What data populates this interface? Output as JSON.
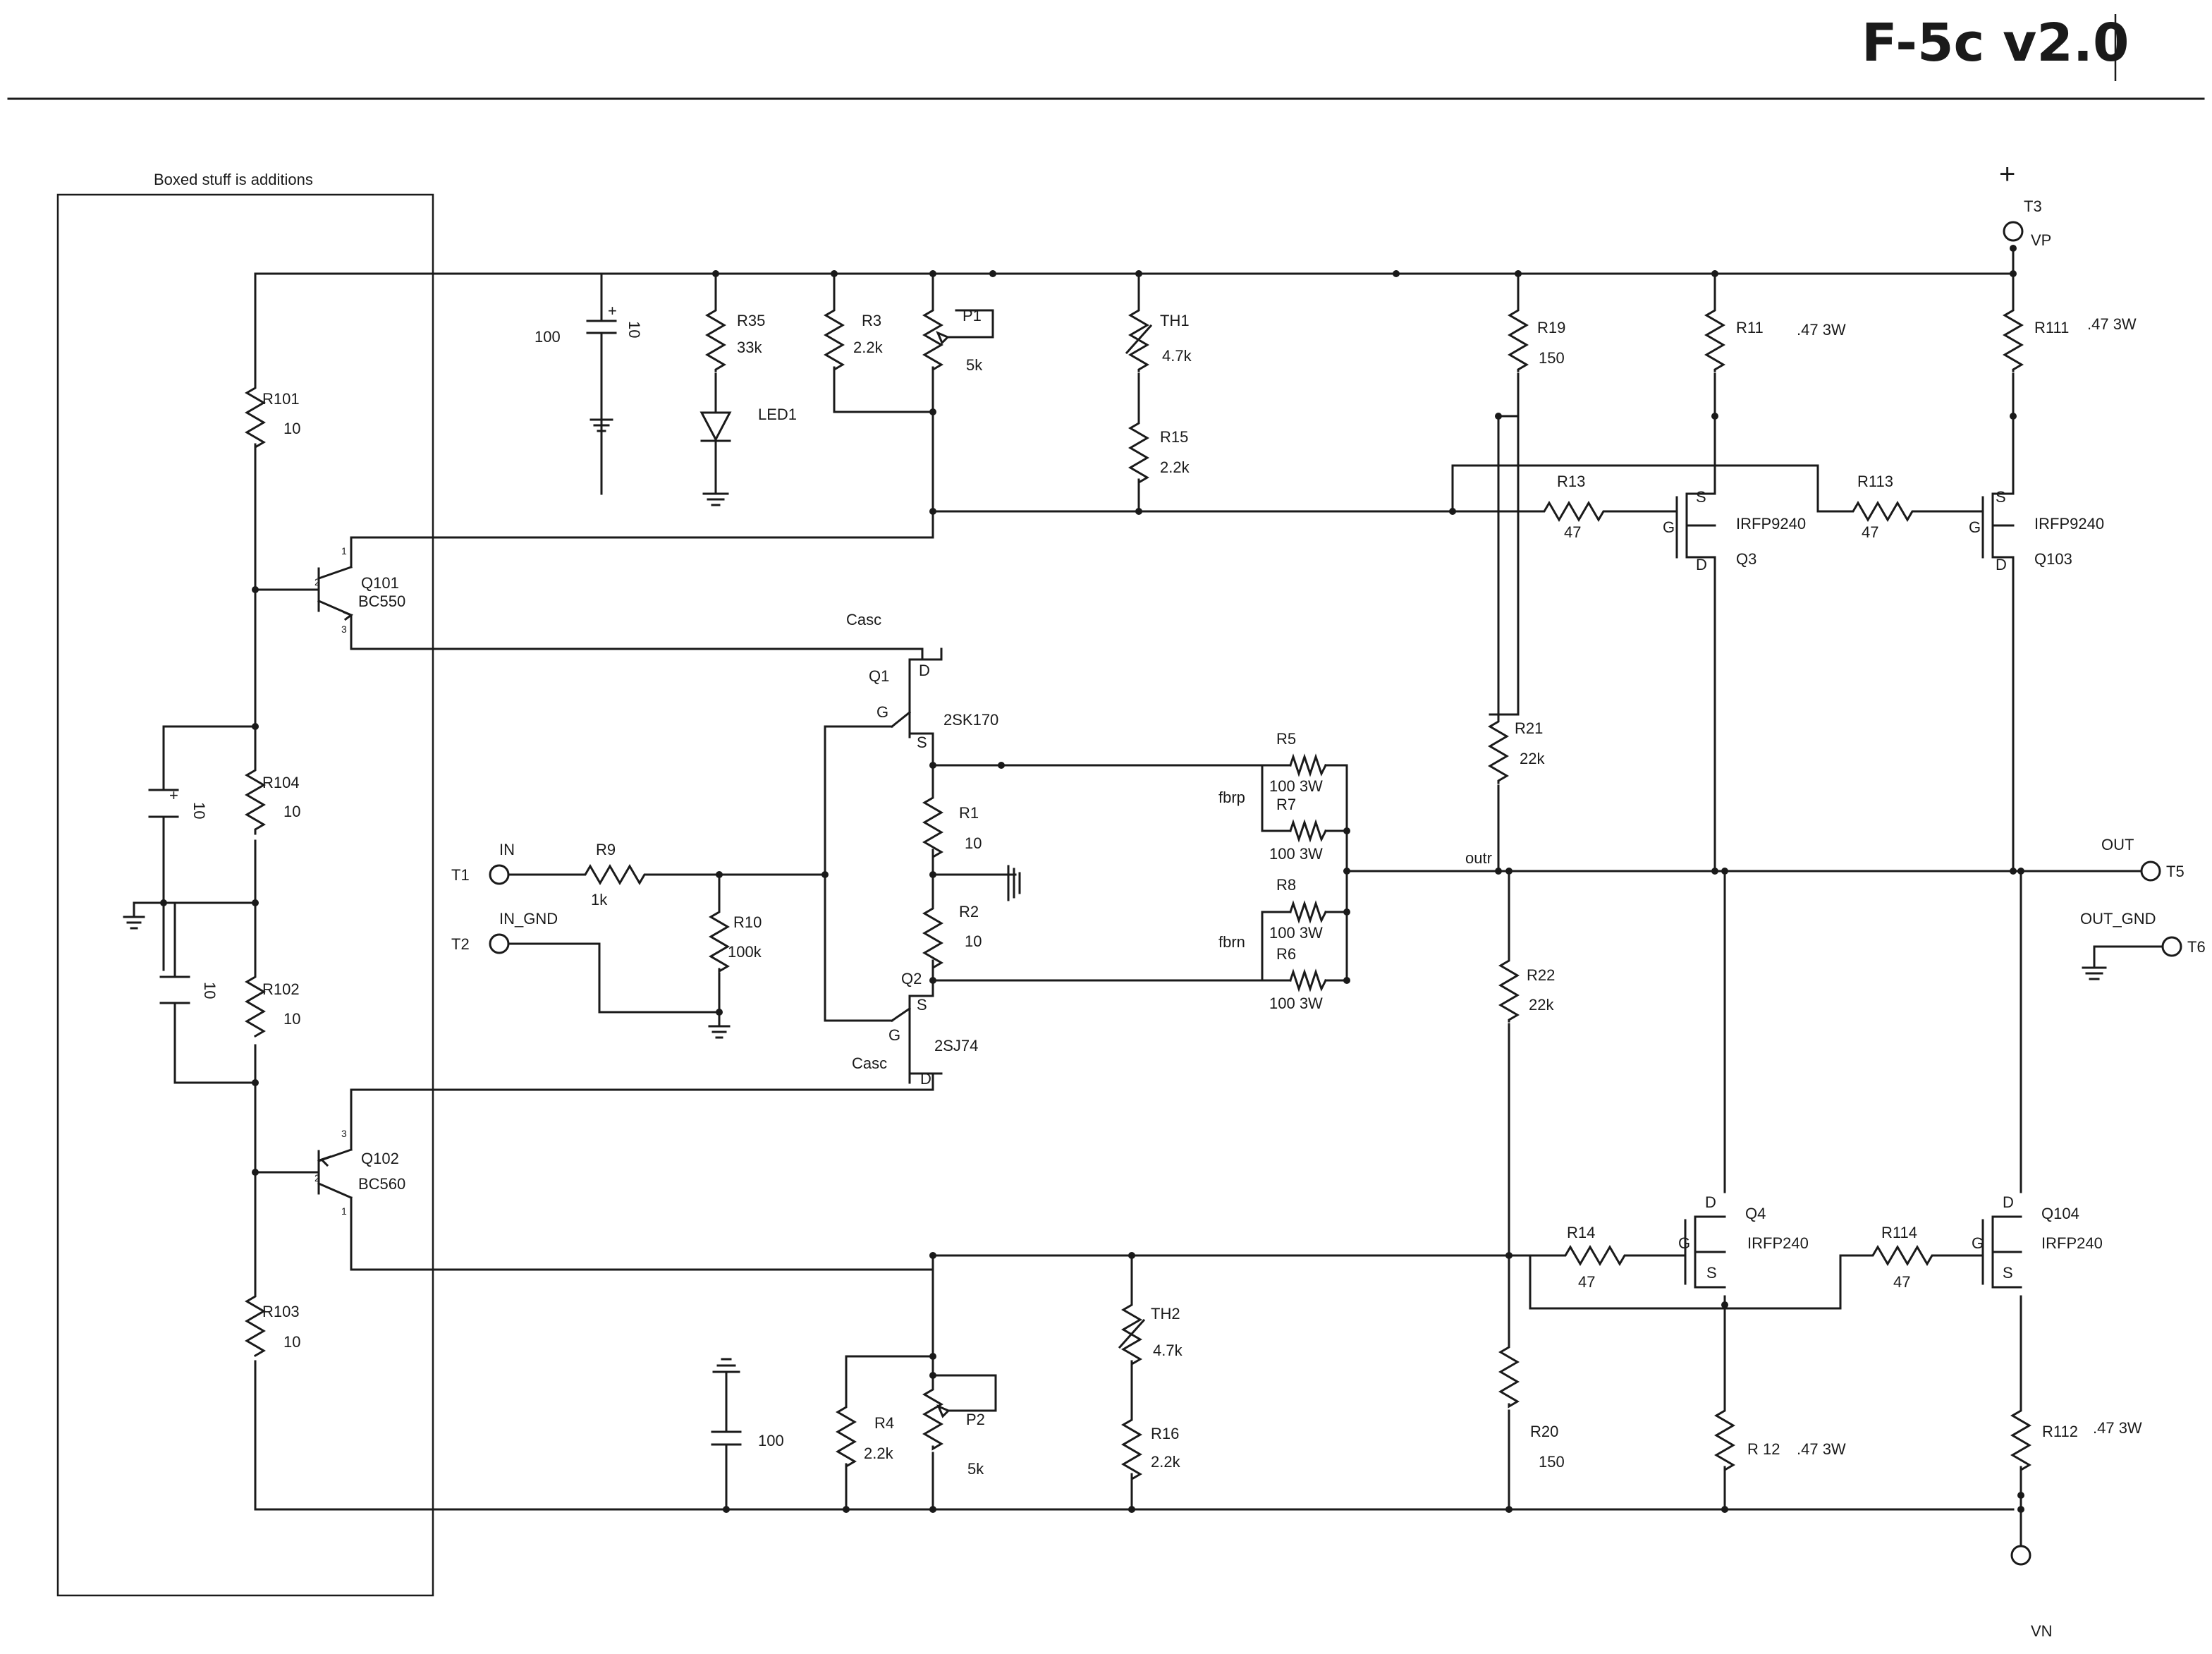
{
  "title": "F-5c v2.0",
  "note": "Boxed stuff is additions",
  "terminals": {
    "t3": "T3",
    "vp": "VP",
    "vn": "VN",
    "t1": "T1",
    "in": "IN",
    "t2": "T2",
    "in_gnd": "IN_GND",
    "t5": "T5",
    "out": "OUT",
    "t6": "T6",
    "out_gnd": "OUT_GND",
    "outr": "outr",
    "plus": "+"
  },
  "nets": {
    "casc_top": "Casc",
    "casc_bottom": "Casc",
    "fbrp": "fbrp",
    "fbrn": "fbrn"
  },
  "resistors": {
    "r101": {
      "name": "R101",
      "value": "10"
    },
    "r104": {
      "name": "R104",
      "value": "10"
    },
    "r102": {
      "name": "R102",
      "value": "10"
    },
    "r103": {
      "name": "R103",
      "value": "10"
    },
    "r35": {
      "name": "R35",
      "value": "33k"
    },
    "r3": {
      "name": "R3",
      "value": "2.2k"
    },
    "p1": {
      "name": "P1",
      "value": "5k"
    },
    "th1": {
      "name": "TH1",
      "value": "4.7k"
    },
    "r15": {
      "name": "R15",
      "value": "2.2k"
    },
    "r19": {
      "name": "R19",
      "value": "150"
    },
    "r11": {
      "name": "R11",
      "value": ".47 3W"
    },
    "r111": {
      "name": "R111",
      "value": ".47 3W"
    },
    "r13": {
      "name": "R13",
      "value": "47"
    },
    "r113": {
      "name": "R113",
      "value": "47"
    },
    "r21": {
      "name": "R21",
      "value": "22k"
    },
    "r22": {
      "name": "R22",
      "value": "22k"
    },
    "r5": {
      "name": "R5",
      "value": "100 3W"
    },
    "r7": {
      "name": "R7",
      "value": "100 3W"
    },
    "r8": {
      "name": "R8",
      "value": "100 3W"
    },
    "r6": {
      "name": "R6",
      "value": "100 3W"
    },
    "r1": {
      "name": "R1",
      "value": "10"
    },
    "r2": {
      "name": "R2",
      "value": "10"
    },
    "r9": {
      "name": "R9",
      "value": "1k"
    },
    "r10": {
      "name": "R10",
      "value": "100k"
    },
    "r4": {
      "name": "R4",
      "value": "2.2k"
    },
    "p2": {
      "name": "P2",
      "value": "5k"
    },
    "th2": {
      "name": "TH2",
      "value": "4.7k"
    },
    "r16": {
      "name": "R16",
      "value": "2.2k"
    },
    "r20": {
      "name": "R20",
      "value": "150"
    },
    "r12": {
      "name": "R  12",
      "value": ".47 3W"
    },
    "r112": {
      "name": "R112",
      "value": ".47 3W"
    },
    "r14": {
      "name": "R14",
      "value": "47"
    },
    "r114": {
      "name": "R114",
      "value": "47"
    }
  },
  "capacitors": {
    "c_top": {
      "value": "100",
      "value2": "10"
    },
    "c_bottom": {
      "value": "100"
    },
    "c_left1": {
      "value": "10"
    },
    "c_left2": {
      "value": "10"
    }
  },
  "diodes": {
    "led1": "LED1"
  },
  "transistors": {
    "q101": {
      "name": "Q101",
      "part": "BC550"
    },
    "q102": {
      "name": "Q102",
      "part": "BC560"
    },
    "q1": {
      "name": "Q1",
      "part": "2SK170"
    },
    "q2": {
      "name": "Q2",
      "part": "2SJ74"
    },
    "q3": {
      "name": "Q3",
      "part": "IRFP9240"
    },
    "q103": {
      "name": "Q103",
      "part": "IRFP9240"
    },
    "q4": {
      "name": "Q4",
      "part": "IRFP240"
    },
    "q104": {
      "name": "Q104",
      "part": "IRFP240"
    }
  },
  "pins": {
    "g": "G",
    "s": "S",
    "d": "D",
    "p1": "1",
    "p2": "2",
    "p3": "3"
  }
}
